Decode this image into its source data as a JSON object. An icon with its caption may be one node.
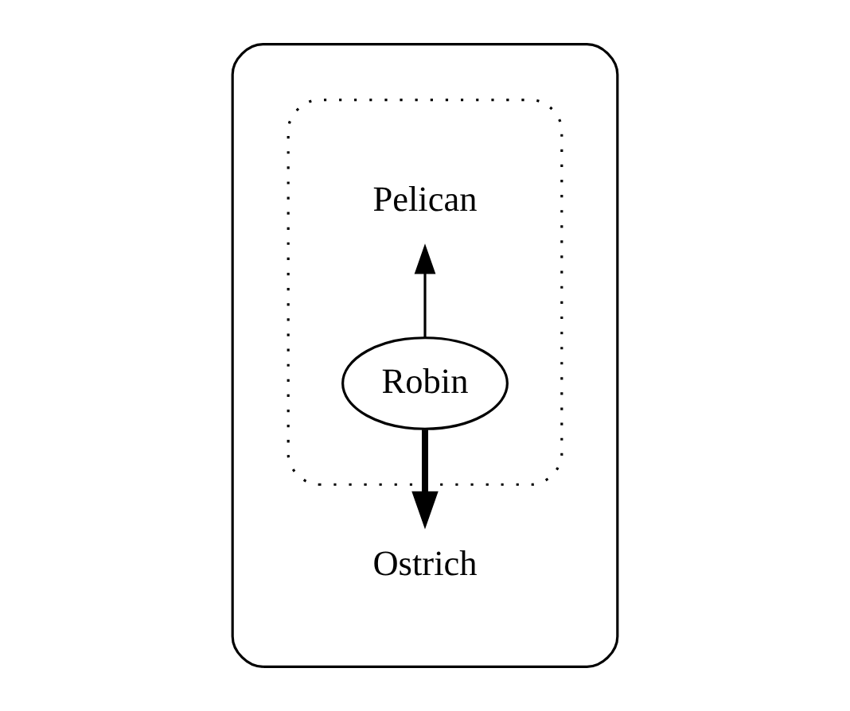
{
  "diagram": {
    "nodes": [
      {
        "text": [],
        "shape": "ellipse"
      },
      {
        "text": [],
        "shape": "ellipse",
        "in": 0
      },
      {
        "text": [
          "Pelican"
        ],
        "in": 1
      },
      {
        "text": [
          "Robin"
        ],
        "in": 1
      },
      {
        "text": [
          "Ostrich"
        ],
        "in": 0
      }
    ],
    "edges": [
      {
        "from": 3,
        "to": 2,
        "arrow": "to"
      },
      {
        "from": 3,
        "to": 4,
        "arrow": "to",
        "style": "thick"
      }
    ]
  }
}
